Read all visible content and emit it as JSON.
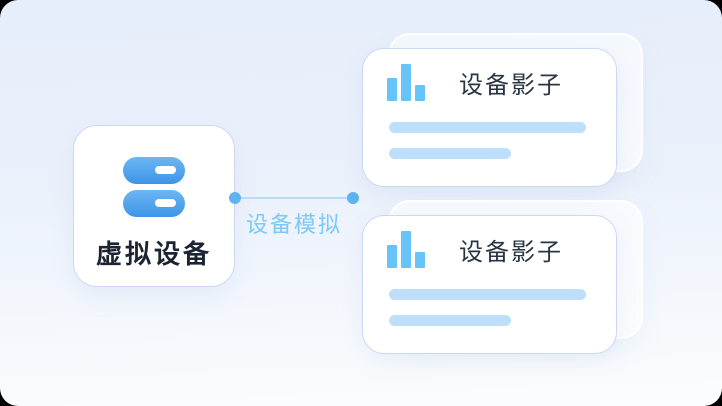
{
  "diagram": {
    "device": {
      "label": "虚拟设备",
      "icon": "server-icon"
    },
    "connection": {
      "label": "设备模拟"
    },
    "cards": [
      {
        "title": "设备影子",
        "icon": "bar-chart-icon"
      },
      {
        "title": "设备影子",
        "icon": "bar-chart-icon"
      }
    ],
    "colors": {
      "device_icon_blue": "#3d94e7",
      "bar_icon_blue": "#68c4f8",
      "placeholder_blue": "#bedffb",
      "connection_label_blue": "#7cc8f7",
      "connector_dot_blue": "#5fb3ef",
      "card_border": "#ccd7f3",
      "title_dark": "#2a3442",
      "device_label_dark": "#1c2434",
      "background_top": "#e6eefb",
      "background_bottom": "#fbfdfe"
    }
  }
}
